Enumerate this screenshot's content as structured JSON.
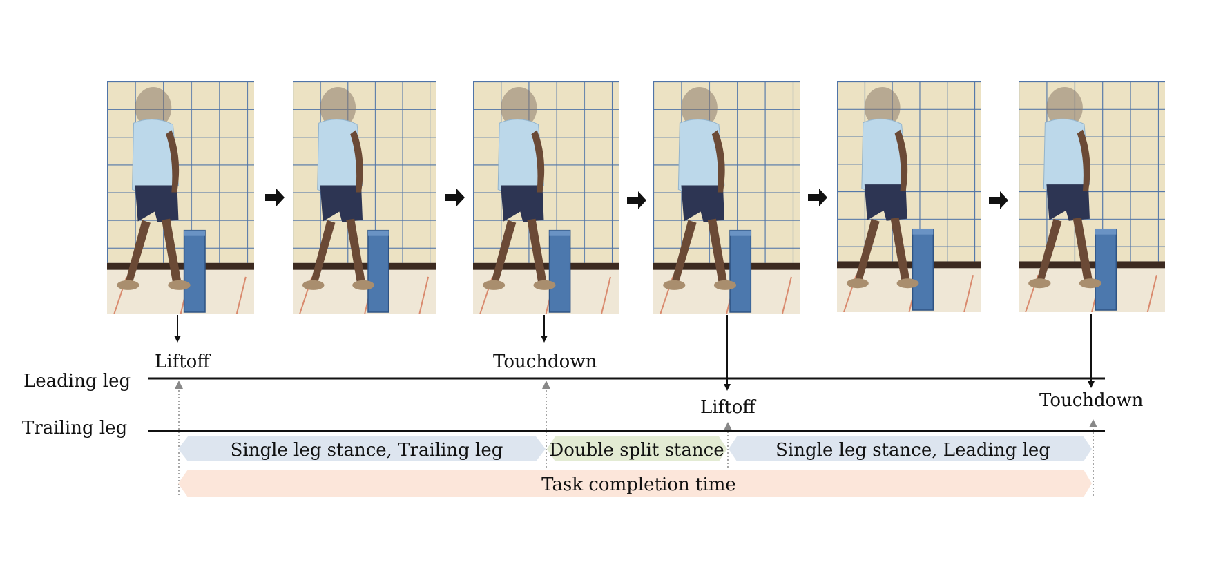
{
  "frames": [
    {
      "name": "frame-1"
    },
    {
      "name": "frame-2"
    },
    {
      "name": "frame-3"
    },
    {
      "name": "frame-4"
    },
    {
      "name": "frame-5"
    },
    {
      "name": "frame-6"
    }
  ],
  "events": {
    "leading_liftoff": "Liftoff",
    "leading_touchdown": "Touchdown",
    "trailing_liftoff": "Liftoff",
    "trailing_touchdown": "Touchdown"
  },
  "rows": {
    "leading": "Leading leg",
    "trailing": "Trailing leg"
  },
  "phases": {
    "single_trailing": "Single leg stance, Trailing leg",
    "double_split": "Double split stance",
    "single_leading": "Single leg stance, Leading leg",
    "task_time": "Task completion time"
  },
  "colors": {
    "single_stance": "#dde5ef",
    "double_stance": "#e3ebd3",
    "task_time": "#fce6da",
    "line": "#111111",
    "marker": "#888888"
  }
}
